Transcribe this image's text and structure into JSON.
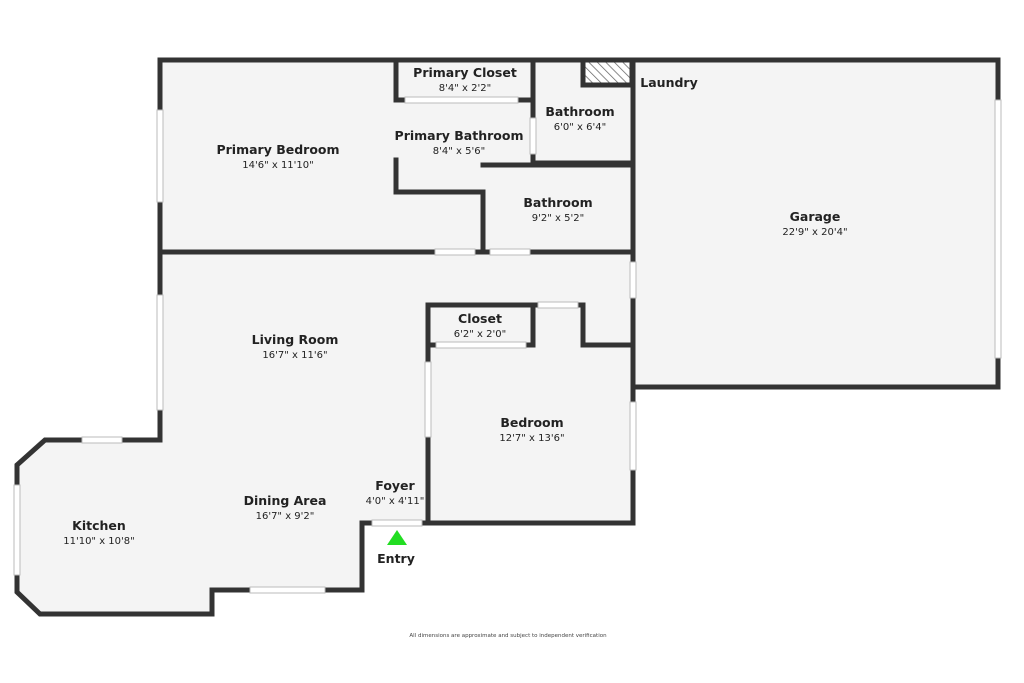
{
  "rooms": [
    {
      "name": "Primary Closet",
      "dims": "8'4\" x 2'2\""
    },
    {
      "name": "Laundry",
      "dims": ""
    },
    {
      "name": "Bathroom",
      "dims": "6'0\" x 6'4\""
    },
    {
      "name": "Primary Bathroom",
      "dims": "8'4\" x 5'6\""
    },
    {
      "name": "Primary Bedroom",
      "dims": "14'6\" x 11'10\""
    },
    {
      "name": "Bathroom",
      "dims": "9'2\" x 5'2\""
    },
    {
      "name": "Garage",
      "dims": "22'9\" x 20'4\""
    },
    {
      "name": "Closet",
      "dims": "6'2\" x 2'0\""
    },
    {
      "name": "Living Room",
      "dims": "16'7\" x 11'6\""
    },
    {
      "name": "Bedroom",
      "dims": "12'7\" x 13'6\""
    },
    {
      "name": "Foyer",
      "dims": "4'0\" x 4'11\""
    },
    {
      "name": "Dining Area",
      "dims": "16'7\" x 9'2\""
    },
    {
      "name": "Kitchen",
      "dims": "11'10\" x 10'8\""
    }
  ],
  "entry_label": "Entry",
  "disclaimer": "All dimensions are approximate and subject to independent verification",
  "colors": {
    "wall": "#333333",
    "floor": "#f4f4f4",
    "entry_marker": "#22dd22"
  }
}
